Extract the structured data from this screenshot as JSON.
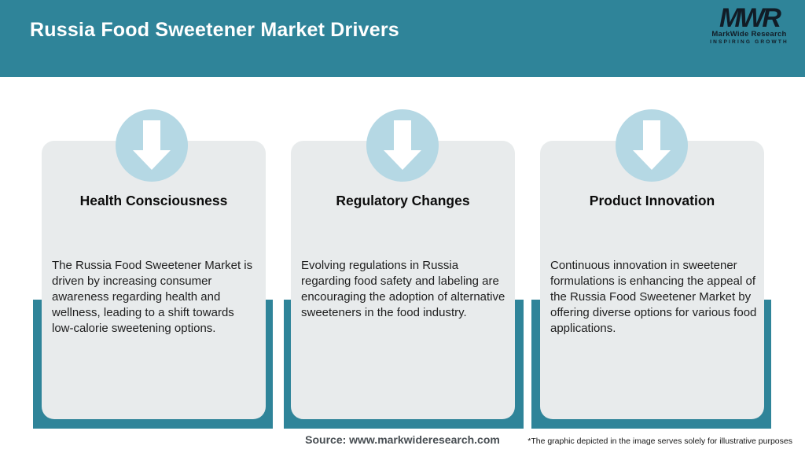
{
  "header": {
    "title": "Russia Food Sweetener Market Drivers"
  },
  "logo": {
    "monogram": "MWR",
    "name": "MarkWide Research",
    "tagline": "INSPIRING GROWTH"
  },
  "cards": [
    {
      "icon": "arrow-down-icon",
      "title": "Health Consciousness",
      "body": "The Russia Food Sweetener Market is driven by increasing consumer awareness regarding health and wellness, leading to a shift towards low-calorie sweetening options."
    },
    {
      "icon": "arrow-down-icon",
      "title": "Regulatory Changes",
      "body": "Evolving regulations in Russia regarding food safety and labeling are encouraging the adoption of alternative sweeteners in the food industry."
    },
    {
      "icon": "arrow-down-icon",
      "title": "Product Innovation",
      "body": "Continuous innovation in sweetener formulations is enhancing the appeal of the Russia Food Sweetener Market by offering diverse options for various food applications."
    }
  ],
  "footer": {
    "source": "Source: www.markwideresearch.com",
    "disclaimer": "*The graphic depicted in the image serves solely for illustrative purposes"
  },
  "colors": {
    "header_bg": "#2F8499",
    "accent_teal": "#2F8499",
    "card_bg": "#E8EBEC",
    "circle_blue": "#B5D8E4",
    "logo_dark": "#111C26",
    "title_white": "#FFFFFF",
    "text_dark": "#1E1E1E",
    "source_gray": "#474D52"
  }
}
